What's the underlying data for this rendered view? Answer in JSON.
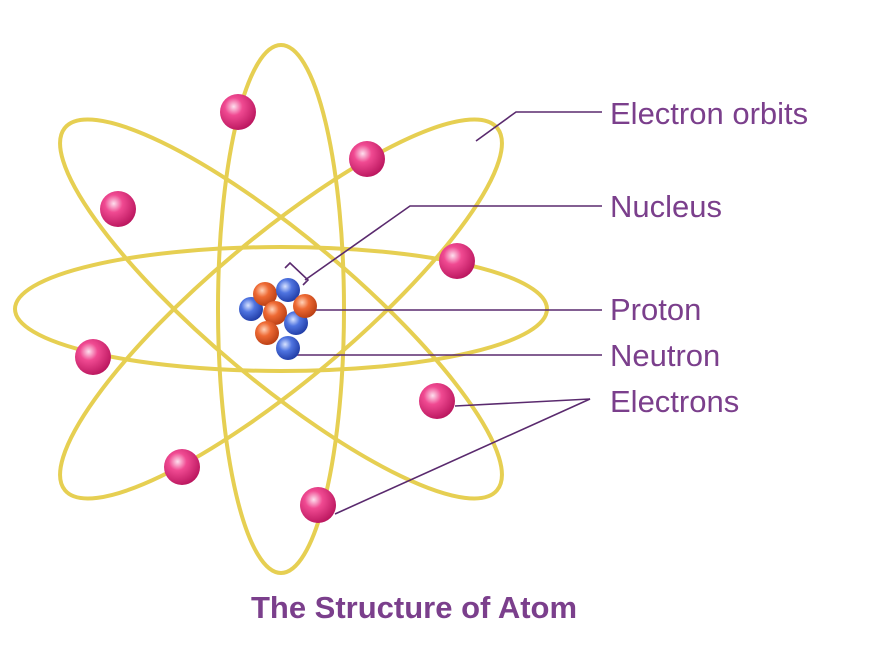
{
  "title": "The Structure of Atom",
  "labels": {
    "electron_orbits": "Electron orbits",
    "nucleus": "Nucleus",
    "proton": "Proton",
    "neutron": "Neutron",
    "electrons": "Electrons"
  },
  "colors": {
    "orbit": "#e6cf52",
    "electron": "#e0307a",
    "proton": "#e8602a",
    "neutron": "#3f63d6",
    "label_text": "#7b3f8c",
    "leader_line": "#5a2a6e",
    "background": "#ffffff"
  }
}
